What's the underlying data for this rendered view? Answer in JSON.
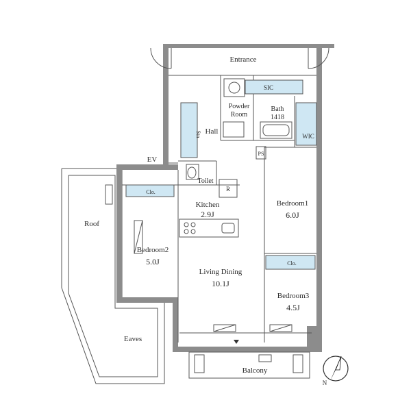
{
  "rooms": {
    "entrance": "Entrance",
    "sic": "SIC",
    "powder_room_line1": "Powder",
    "powder_room_line2": "Room",
    "bath_line1": "Bath",
    "bath_line2": "1418",
    "hall": "Hall",
    "stn": "Stn",
    "wic": "WIC",
    "ps": "PS",
    "ev": "EV",
    "toilet": "Toilet",
    "refrigerator": "R",
    "kitchen": "Kitchen",
    "kitchen_size": "2.9J",
    "bedroom1": "Bedroom1",
    "bedroom1_size": "6.0J",
    "bedroom2": "Bedroom2",
    "bedroom2_size": "5.0J",
    "bedroom3": "Bedroom3",
    "bedroom3_size": "4.5J",
    "living_dining": "Living Dining",
    "living_dining_size": "10.1J",
    "closet_b2": "Clo.",
    "closet_b3": "Clo.",
    "roof": "Roof",
    "eaves": "Eaves",
    "balcony": "Balcony",
    "compass_n": "N"
  },
  "colors": {
    "wall": "#8c8c8c",
    "storage": "#cfe7f3",
    "line": "#555555",
    "text": "#2a2a2a"
  }
}
